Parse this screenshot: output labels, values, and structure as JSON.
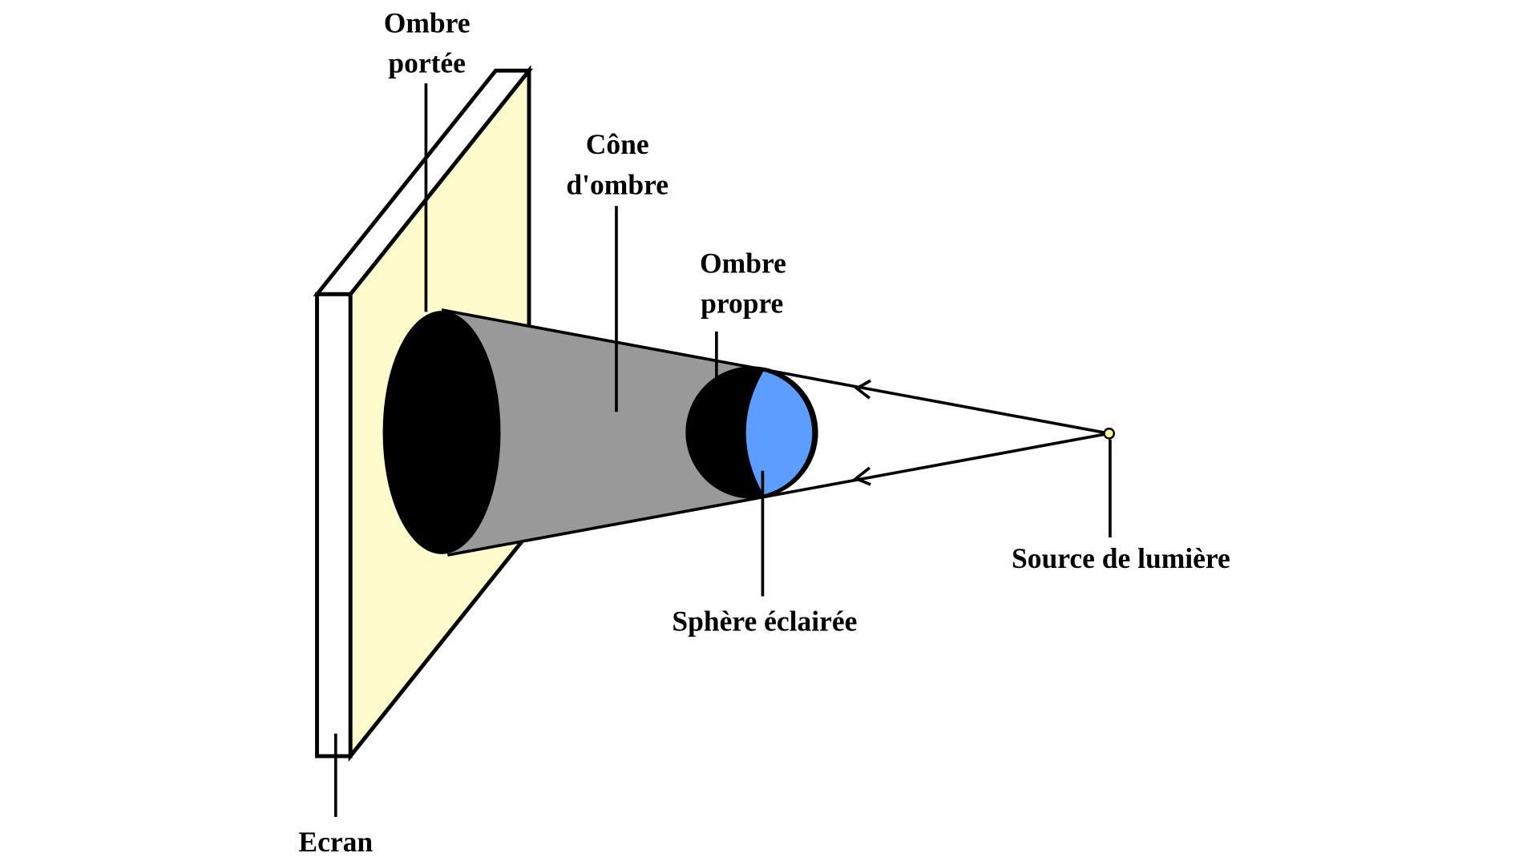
{
  "labels": {
    "cast_shadow": [
      "Ombre",
      "portée"
    ],
    "shadow_cone": [
      "Cône",
      "d'ombre"
    ],
    "own_shadow": [
      "Ombre",
      "propre"
    ],
    "lit_sphere": "Sphère éclairée",
    "light_source": "Source de lumière",
    "screen": "Ecran"
  },
  "colors": {
    "screen_face": "#FFFBCC",
    "cone": "#999999",
    "lit_side": "#5B9EFF",
    "shadow": "#000000",
    "source": "#FFFF99"
  }
}
